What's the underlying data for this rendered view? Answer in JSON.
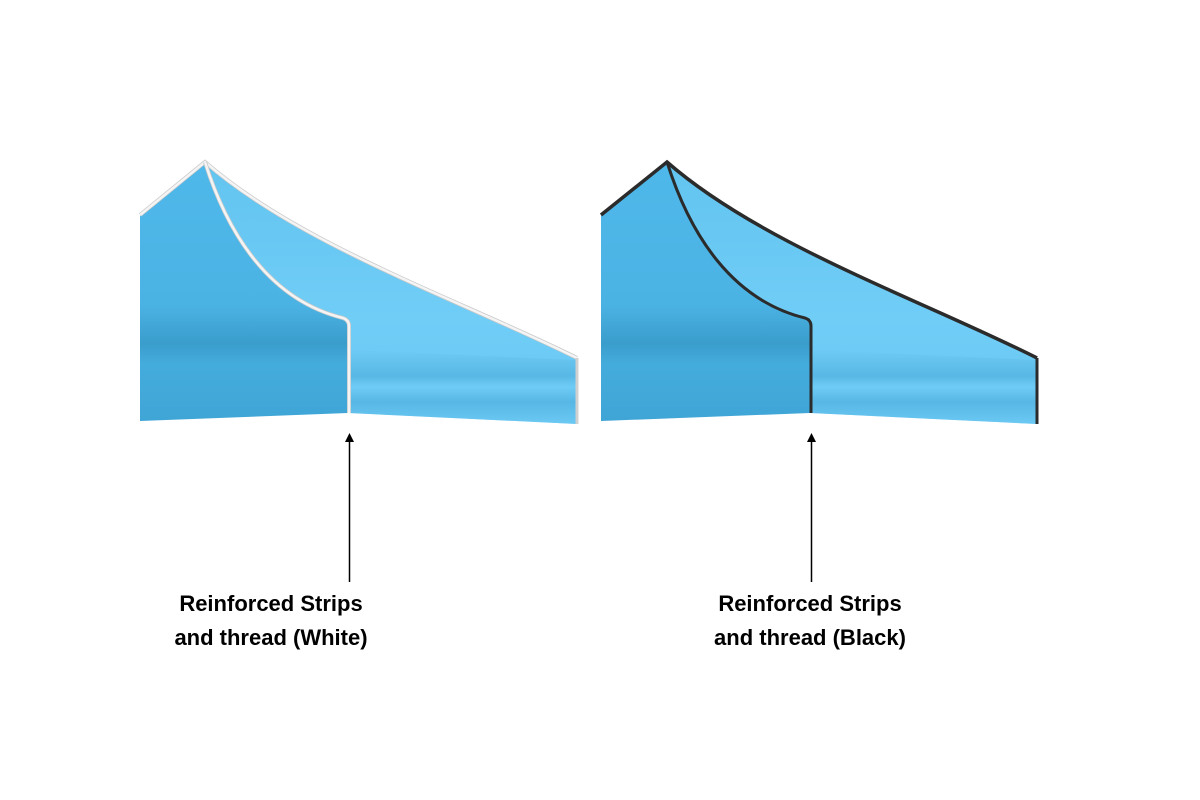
{
  "figures": [
    {
      "caption_line1": "Reinforced Strips",
      "caption_line2": "and thread (White)",
      "trim_color": "#f2f2f2",
      "trim_outline": "#c8c8c8"
    },
    {
      "caption_line1": "Reinforced Strips",
      "caption_line2": "and thread (Black)",
      "trim_color": "#2b2b2b",
      "trim_outline": "#1a1a1a"
    }
  ],
  "colors": {
    "front_panel": "#49b4e6",
    "side_panel": "#6ccaf3",
    "arrow": "#000000"
  },
  "icons": {
    "canopy": "tent-canopy-illustration",
    "pointer": "arrow-up-icon"
  }
}
